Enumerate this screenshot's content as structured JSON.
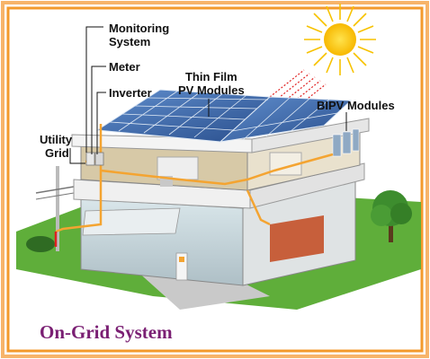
{
  "labels": {
    "monitoring": [
      "Monitoring",
      "System"
    ],
    "meter": "Meter",
    "inverter": "Inverter",
    "utility": [
      "Utility",
      "Grid"
    ],
    "thin_film": [
      "Thin Film",
      "PV Modules"
    ],
    "bipv": "BIPV Modules"
  },
  "title": "On-Grid System",
  "colors": {
    "frame": "#f39a2c",
    "wire": "#f4a431",
    "grass": "#5fae3a",
    "title": "#7a1f73",
    "panel": "#3e6fb3",
    "sun": "#f7c200"
  }
}
